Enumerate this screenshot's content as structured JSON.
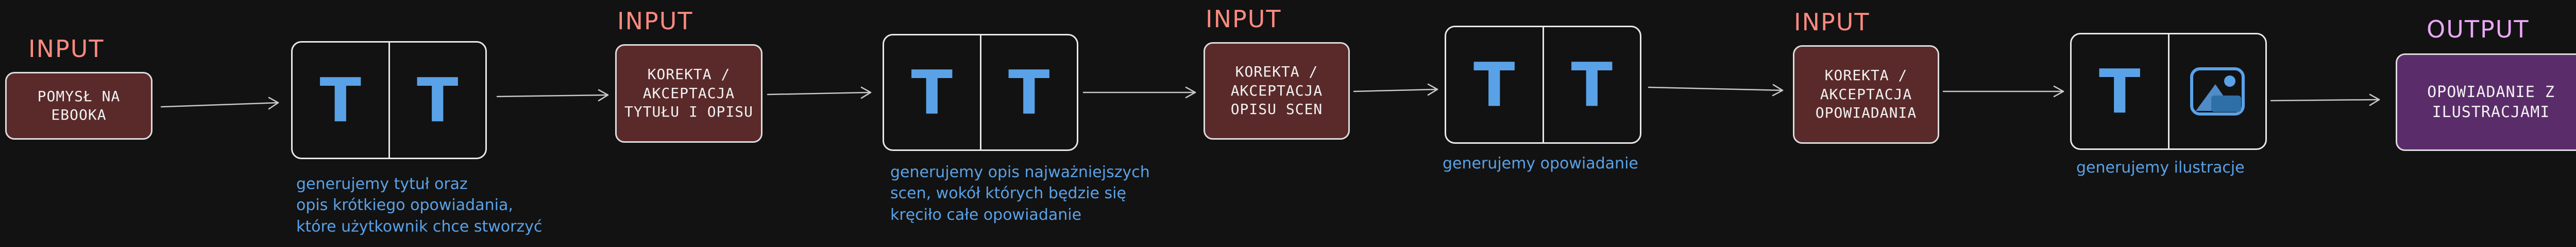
{
  "tags": {
    "input_1": "INPUT",
    "input_2": "INPUT",
    "input_3": "INPUT",
    "input_4": "INPUT",
    "output": "OUTPUT"
  },
  "steps": {
    "idea": "POMYSŁ NA EBOOKA",
    "review_title": "KOREKTA / AKCEPTACJA TYTUŁU I OPISU",
    "review_scenes": "KOREKTA / AKCEPTACJA OPISU SCEN",
    "review_story": "KOREKTA / AKCEPTACJA OPOWIADANIA",
    "result": "OPOWIADANIE Z ILUSTRACJAMI"
  },
  "tools": {
    "glyph": "T",
    "tool_1": [
      "text-tool-icon",
      "text-tool-icon"
    ],
    "tool_2": [
      "text-tool-icon",
      "text-tool-icon"
    ],
    "tool_3": [
      "text-tool-icon",
      "text-tool-icon"
    ],
    "tool_4": [
      "text-tool-icon",
      "image-tool-icon"
    ]
  },
  "notes": {
    "note_1": "generujemy tytuł oraz\nopis krótkiego opowiadania,\nktóre użytkownik chce stworzyć",
    "note_2": "generujemy opis najważniejszych\nscen, wokół których będzie się\nkręciło całe opowiadanie",
    "note_3": "generujemy opowiadanie",
    "note_4": "generujemy ilustracje"
  },
  "colors": {
    "background": "#121212",
    "input_label": "#ff8a80",
    "output_label": "#e9a8f5",
    "step_box": "#5a2a2a",
    "result_box": "#5b2c6a",
    "accent": "#5aa2e8",
    "stroke": "#dcdcdc"
  }
}
